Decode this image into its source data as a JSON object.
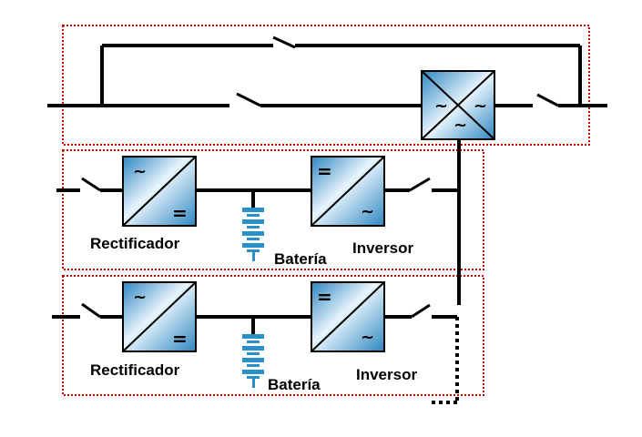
{
  "labels": {
    "rectificador": "Rectificador",
    "bateria": "Batería",
    "inversor": "Inversor"
  },
  "symbols": {
    "ac": "~",
    "dc": "="
  },
  "colors": {
    "line": "#000000",
    "frame": "#cc0000",
    "box_light": "#e8f4fc",
    "box_dark": "#2e86c1",
    "battery": "#2a90c8"
  },
  "icons": {
    "rectifier": "ac-to-dc-converter-icon",
    "inverter": "dc-to-ac-converter-icon",
    "static_switch": "static-transfer-switch-icon",
    "battery": "battery-icon",
    "switch": "open-switch-icon"
  }
}
